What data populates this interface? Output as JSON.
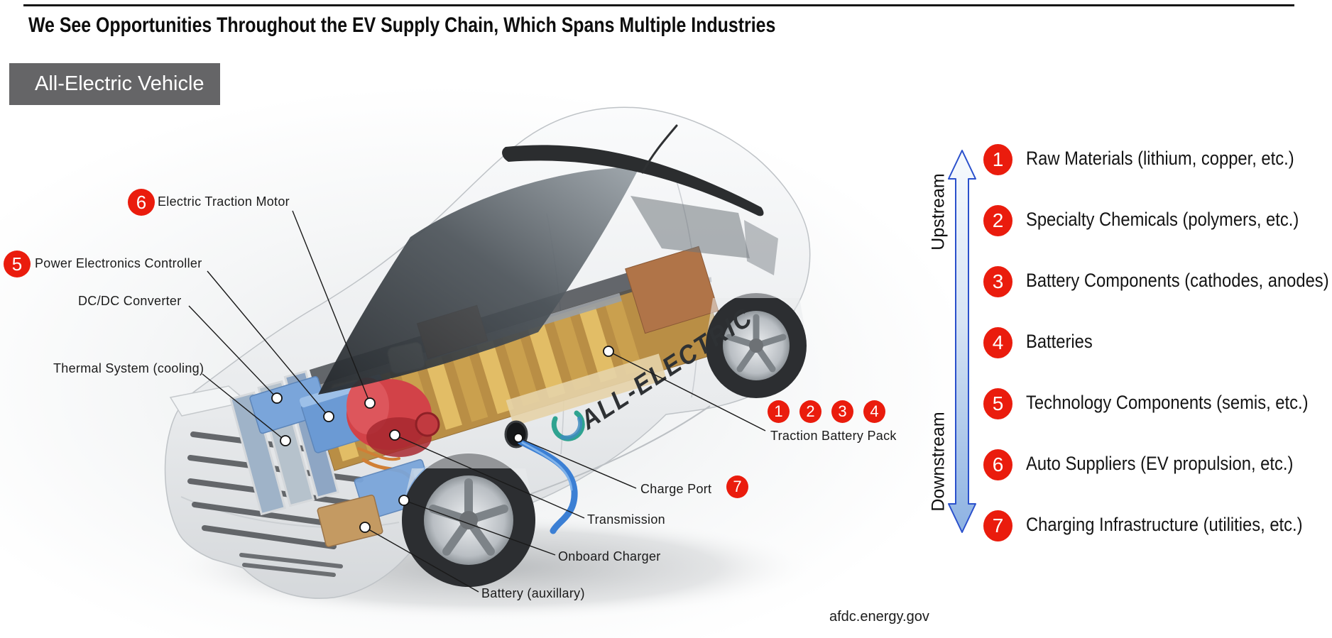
{
  "header": {
    "title": "We See Opportunities Throughout the EV Supply Chain, Which Spans Multiple Industries",
    "vehicle_tag": "All-Electric Vehicle"
  },
  "vehicle": {
    "decal": "ALL-ELECTRIC"
  },
  "flow_axis": {
    "up_label": "Upstream",
    "down_label": "Downstream"
  },
  "callouts": [
    {
      "number": "6",
      "label": "Electric Traction Motor"
    },
    {
      "number": "5",
      "label": "Power Electronics Controller"
    },
    {
      "label": "DC/DC Converter"
    },
    {
      "label": "Thermal System (cooling)"
    },
    {
      "numbers": [
        "1",
        "2",
        "3",
        "4"
      ],
      "label": "Traction Battery Pack"
    },
    {
      "number": "7",
      "label": "Charge Port"
    },
    {
      "label": "Transmission"
    },
    {
      "label": "Onboard Charger"
    },
    {
      "label": "Battery (auxillary)"
    }
  ],
  "supply_chain": [
    {
      "number": "1",
      "label": "Raw Materials (lithium, copper, etc.)"
    },
    {
      "number": "2",
      "label": "Specialty Chemicals (polymers, etc.)"
    },
    {
      "number": "3",
      "label": "Battery Components (cathodes, anodes)"
    },
    {
      "number": "4",
      "label": "Batteries"
    },
    {
      "number": "5",
      "label": "Technology Components (semis, etc.)"
    },
    {
      "number": "6",
      "label": "Auto Suppliers (EV propulsion, etc.)"
    },
    {
      "number": "7",
      "label": "Charging Infrastructure (utilities, etc.)"
    }
  ],
  "footer": {
    "source": "afdc.energy.gov"
  },
  "colors": {
    "badge_red": "#ea1c0d",
    "arrow_outline": "#2a50cc",
    "tag_background": "#656567",
    "decal_color": "#2e3134",
    "logo_green": "#2fa390",
    "charge_cable_blue": "#3b7fd4"
  }
}
